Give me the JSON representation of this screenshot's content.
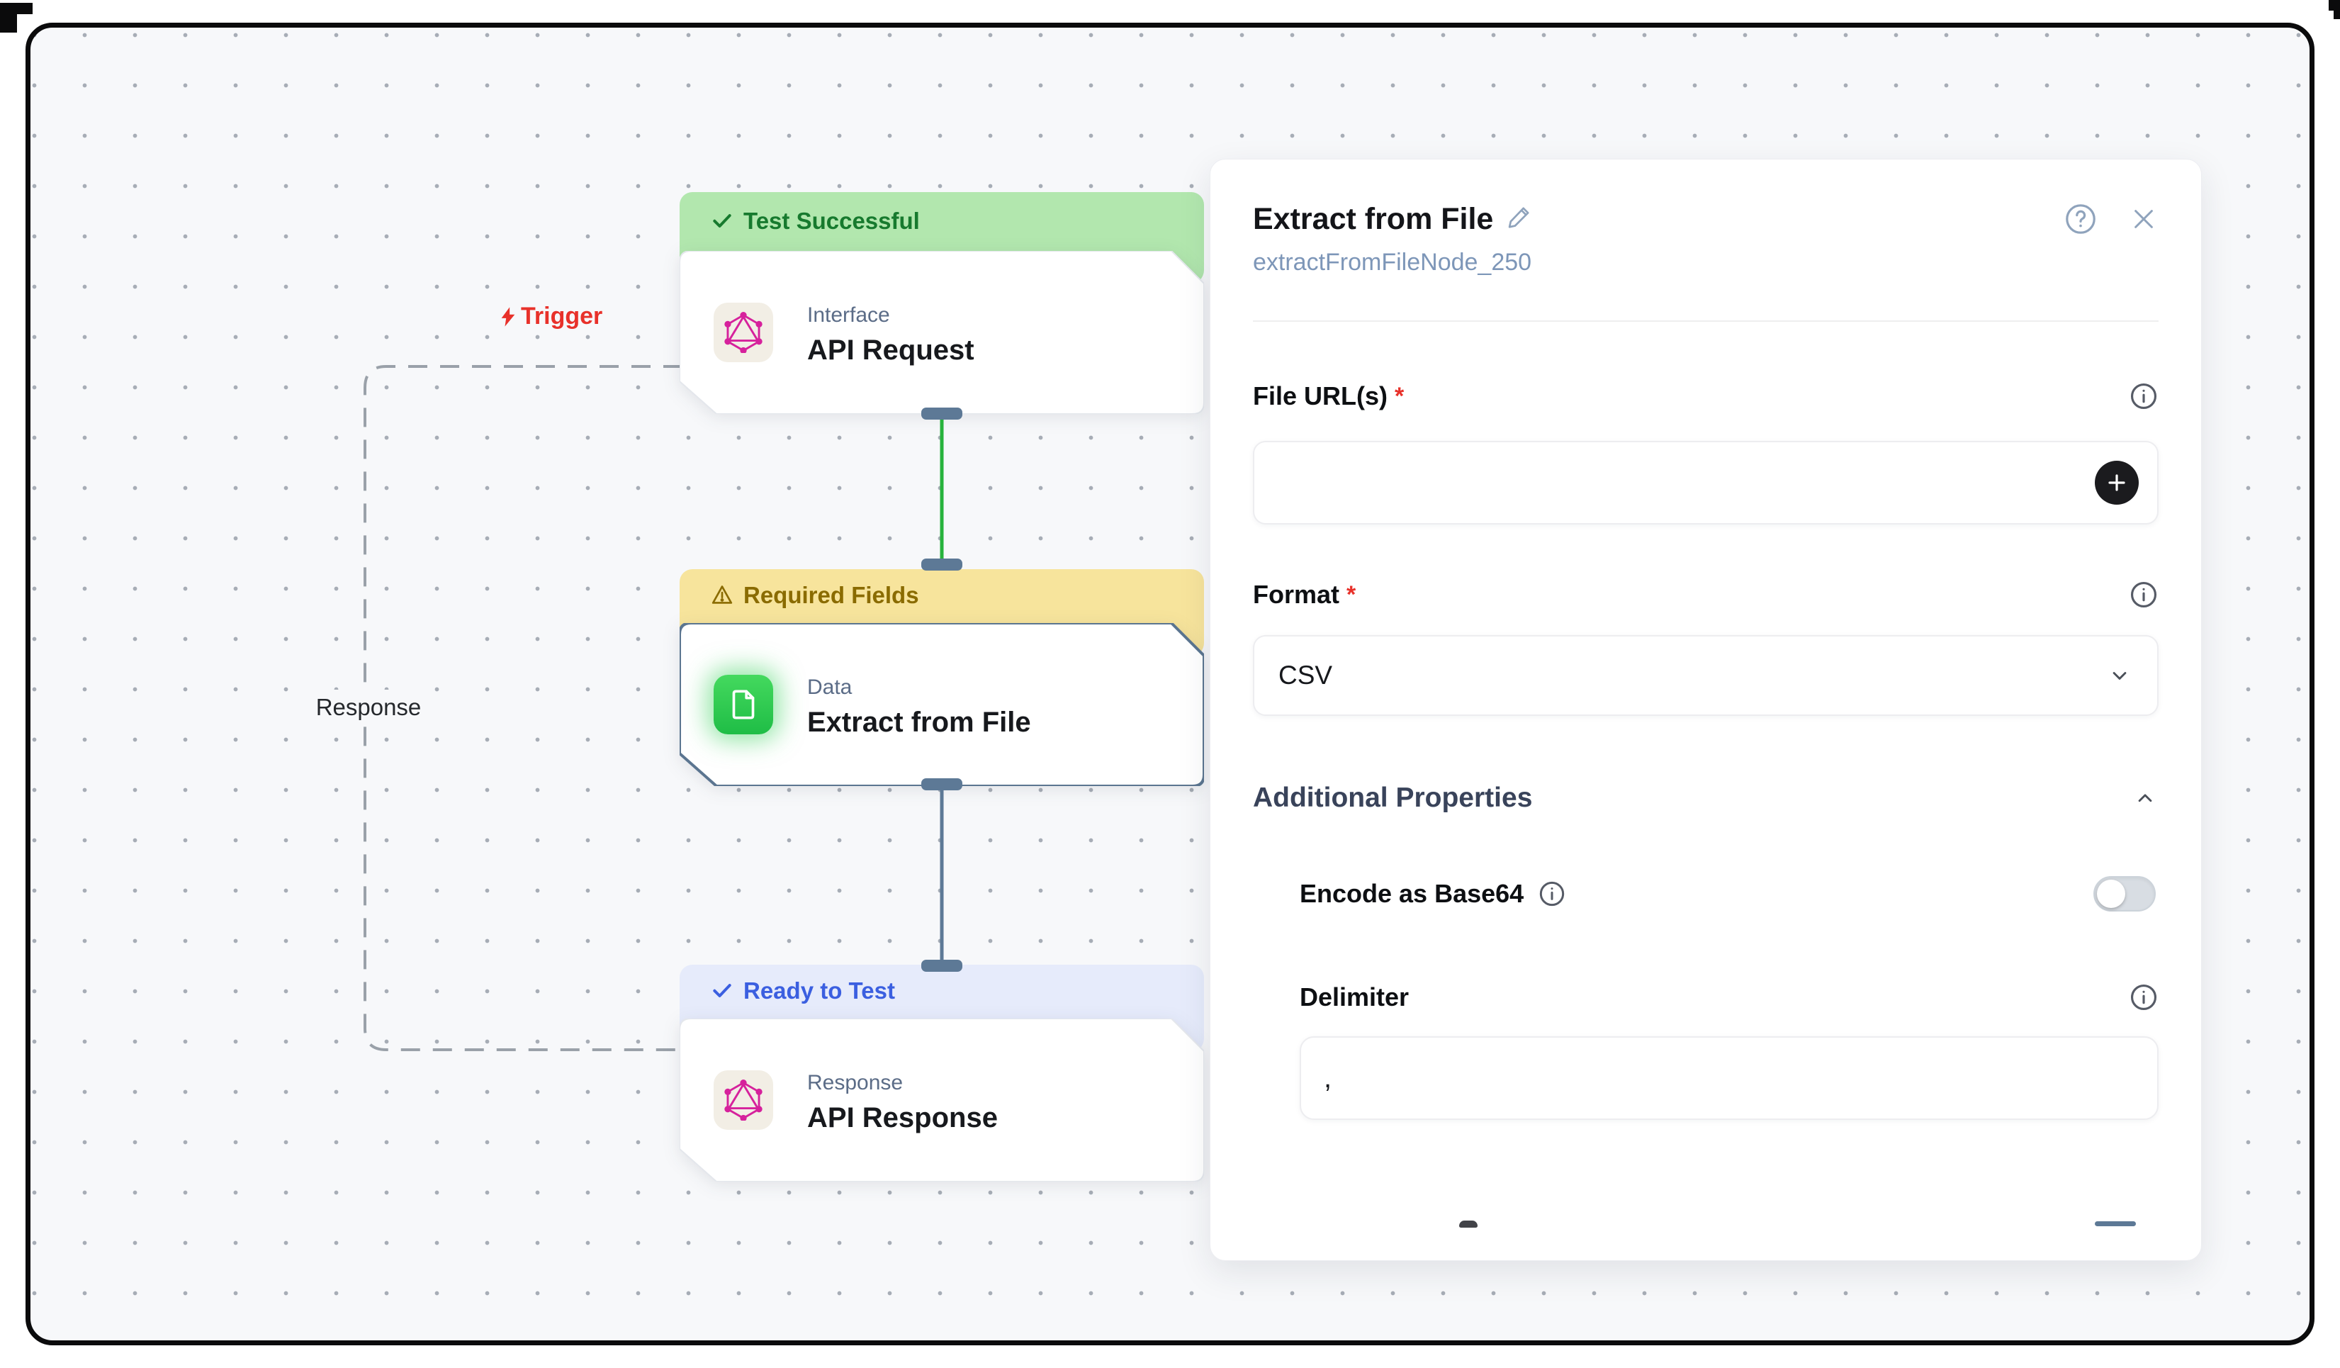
{
  "canvas": {
    "edge_labels": {
      "trigger": "Trigger",
      "response": "Response"
    },
    "nodes": [
      {
        "status": "Test Successful",
        "category": "Interface",
        "title": "API Request"
      },
      {
        "status": "Required Fields",
        "category": "Data",
        "title": "Extract from File"
      },
      {
        "status": "Ready to Test",
        "category": "Response",
        "title": "API Response"
      }
    ]
  },
  "panel": {
    "title": "Extract from File",
    "subtitle": "extractFromFileNode_250",
    "required_marker": "*",
    "file_urls": {
      "label": "File URL(s)",
      "value": ""
    },
    "format": {
      "label": "Format",
      "value": "CSV"
    },
    "additional": {
      "heading": "Additional Properties",
      "encode": {
        "label": "Encode as Base64",
        "enabled": false
      },
      "delimiter": {
        "label": "Delimiter",
        "value": ","
      }
    }
  },
  "colors": {
    "success_text": "#177a2e",
    "success_bg": "#b2e7ae",
    "warning_text": "#8a6b00",
    "warning_bg": "#f7e49c",
    "ready_text": "#3b5fe0",
    "ready_bg": "#e6ebfb",
    "edge_green": "#27b33c",
    "edge_slate": "#5d7996",
    "trigger_red": "#e8312a",
    "graphql_pink": "#d6219c",
    "tile_green": "#2fc94f",
    "dashed_edge": "#9aa1a9"
  }
}
